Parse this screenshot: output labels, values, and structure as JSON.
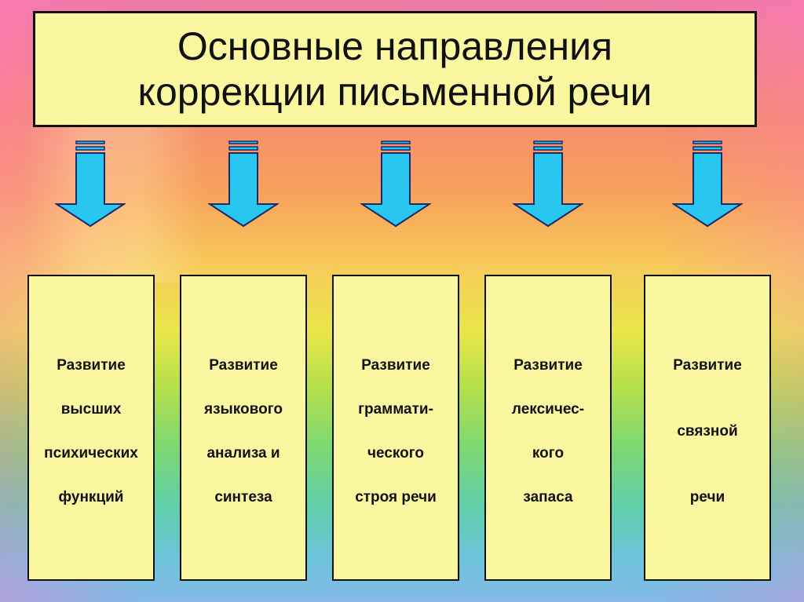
{
  "title": {
    "line1": "Основные направления",
    "line2": "коррекции письменной речи"
  },
  "colors": {
    "box_fill": "#fbf7a0",
    "border": "#111111",
    "arrow_fill": "#29c6ef",
    "arrow_stroke": "#1a2a6a"
  },
  "cards": [
    {
      "lines": [
        "Развитие",
        "высших",
        "психических",
        "функций"
      ]
    },
    {
      "lines": [
        "Развитие",
        "языкового",
        "анализа и",
        "синтеза"
      ]
    },
    {
      "lines": [
        "Развитие",
        "граммати-",
        "ческого",
        "строя речи"
      ]
    },
    {
      "lines": [
        "Развитие",
        "лексичес-",
        "кого",
        "запаса"
      ]
    },
    {
      "lines": [
        "Развитие",
        "связной",
        "речи"
      ]
    }
  ]
}
